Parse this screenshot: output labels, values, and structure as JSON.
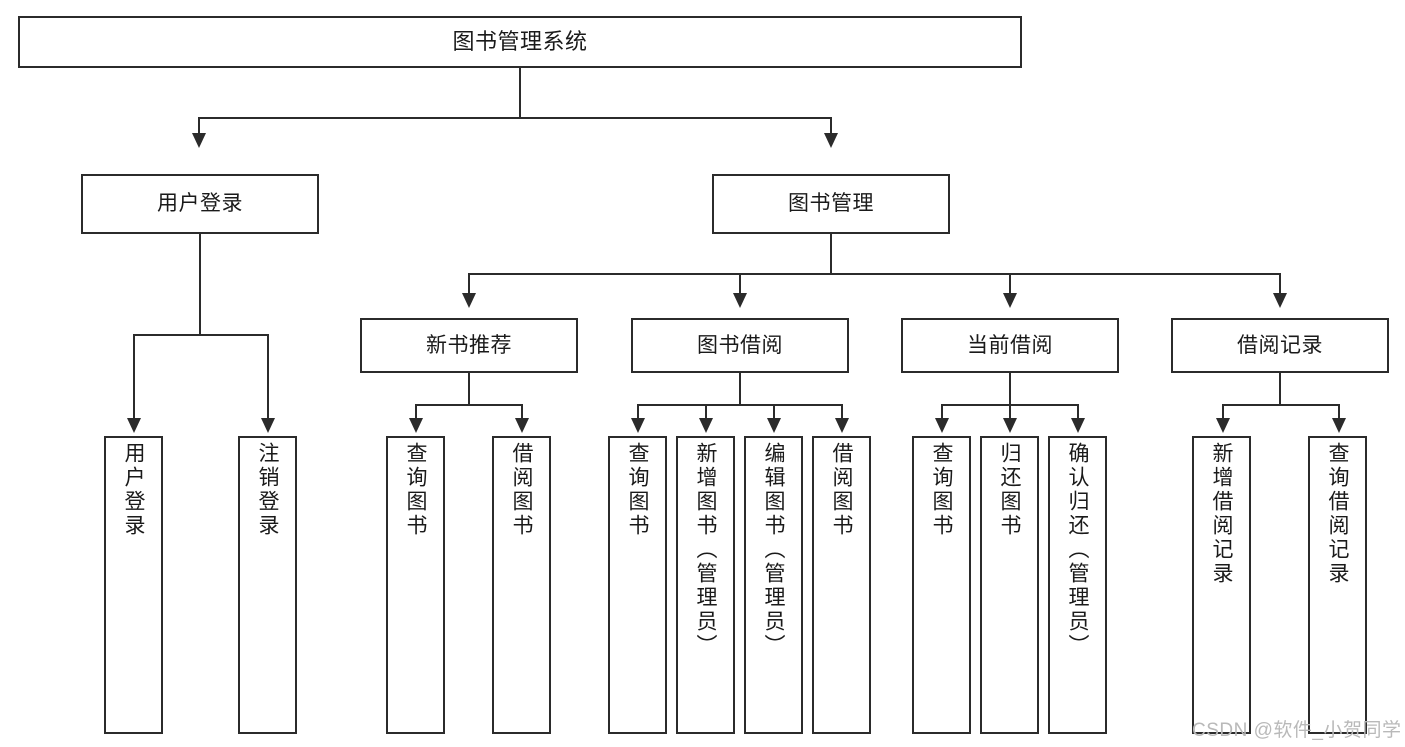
{
  "diagram": {
    "title": "图书管理系统",
    "type": "tree-hierarchy-diagram",
    "colors": {
      "box_border": "#2b2b2b",
      "box_fill": "#ffffff",
      "connector": "#2b2b2b",
      "text": "#1a1a1a",
      "watermark": "#b9b9b9",
      "background": "#ffffff"
    }
  },
  "nodes": {
    "root": {
      "label": "图书管理系统"
    },
    "level2": [
      {
        "label": "用户登录"
      },
      {
        "label": "图书管理"
      }
    ],
    "level3": [
      {
        "label": "新书推荐"
      },
      {
        "label": "图书借阅"
      },
      {
        "label": "当前借阅"
      },
      {
        "label": "借阅记录"
      }
    ],
    "leaves": {
      "user_login": [
        {
          "label": "用户登录"
        },
        {
          "label": "注销登录"
        }
      ],
      "new_book_recommend": [
        {
          "label": "查询图书"
        },
        {
          "label": "借阅图书"
        }
      ],
      "book_borrow": [
        {
          "label": "查询图书"
        },
        {
          "label": "新增图书（管理员）"
        },
        {
          "label": "编辑图书（管理员）"
        },
        {
          "label": "借阅图书"
        }
      ],
      "current_borrow": [
        {
          "label": "查询图书"
        },
        {
          "label": "归还图书"
        },
        {
          "label": "确认归还（管理员）"
        }
      ],
      "borrow_record": [
        {
          "label": "新增借阅记录"
        },
        {
          "label": "查询借阅记录"
        }
      ]
    }
  },
  "watermark": {
    "text": "CSDN @软件_小贺同学"
  }
}
